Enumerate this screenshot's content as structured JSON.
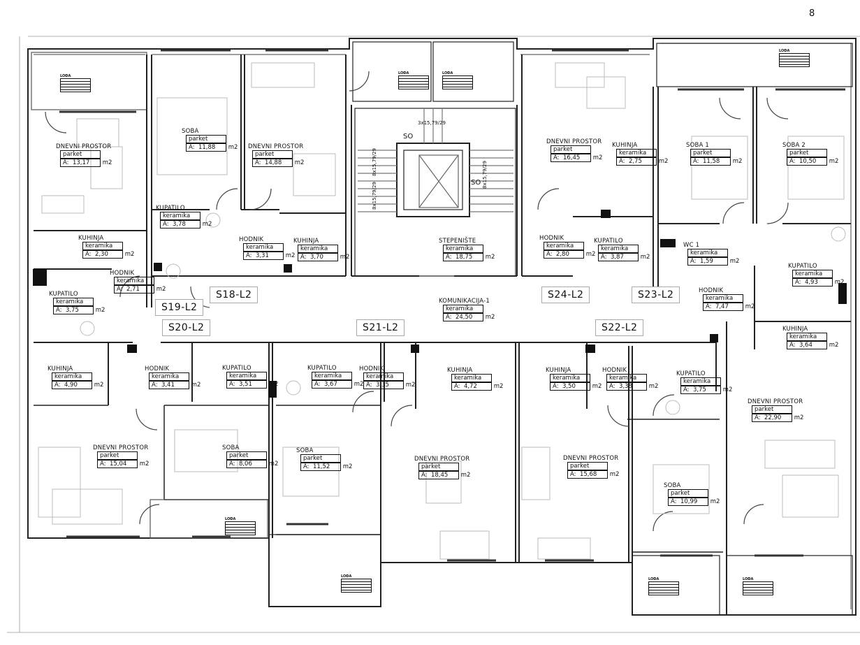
{
  "page_number": "8",
  "loggia_label": "LOĐA",
  "units": [
    "S19-L2",
    "S18-L2",
    "S20-L2",
    "S21-L2",
    "S24-L2",
    "S23-L2",
    "S22-L2"
  ],
  "stair": {
    "so_label": "SO",
    "steps_top": "3x15,79/29",
    "steps_left_a": "8x15,79/29",
    "steps_left_b": "8x15,79/29",
    "steps_right": "8x15,79/29"
  },
  "area_prefix": "A:",
  "area_unit": "m2",
  "rooms": [
    {
      "name": "DNEVNI PROSTOR",
      "floor": "parket",
      "area": "13,17"
    },
    {
      "name": "SOBA",
      "floor": "parket",
      "area": "11,88"
    },
    {
      "name": "DNEVNI PROSTOR",
      "floor": "parket",
      "area": "14,88"
    },
    {
      "name": "KUPATILO",
      "floor": "keramika",
      "area": "3,78"
    },
    {
      "name": "KUHINJA",
      "floor": "keramika",
      "area": "2,30"
    },
    {
      "name": "HODNIK",
      "floor": "keramika",
      "area": "3,31"
    },
    {
      "name": "KUHINJA",
      "floor": "keramika",
      "area": "3,70"
    },
    {
      "name": "HODNIK",
      "floor": "keramika",
      "area": "2,71"
    },
    {
      "name": "KUPATILO",
      "floor": "keramika",
      "area": "3,75"
    },
    {
      "name": "STEPENIŠTE",
      "floor": "keramika",
      "area": "18,75"
    },
    {
      "name": "KOMUNIKACIJA-1",
      "floor": "keramika",
      "area": "24,50"
    },
    {
      "name": "DNEVNI PROSTOR",
      "floor": "parket",
      "area": "16,45"
    },
    {
      "name": "KUHINJA",
      "floor": "keramika",
      "area": "2,75"
    },
    {
      "name": "SOBA 1",
      "floor": "parket",
      "area": "11,58"
    },
    {
      "name": "SOBA 2",
      "floor": "parket",
      "area": "10,50"
    },
    {
      "name": "HODNIK",
      "floor": "keramika",
      "area": "2,80"
    },
    {
      "name": "KUPATILO",
      "floor": "keramika",
      "area": "3,87"
    },
    {
      "name": "WC 1",
      "floor": "keramika",
      "area": "1,59"
    },
    {
      "name": "KUPATILO",
      "floor": "keramika",
      "area": "4,93"
    },
    {
      "name": "HODNIK",
      "floor": "keramika",
      "area": "7,47"
    },
    {
      "name": "KUHINJA",
      "floor": "keramika",
      "area": "3,64"
    },
    {
      "name": "KUHINJA",
      "floor": "keramika",
      "area": "4,90"
    },
    {
      "name": "HODNIK",
      "floor": "keramika",
      "area": "3,41"
    },
    {
      "name": "KUPATILO",
      "floor": "keramika",
      "area": "3,51"
    },
    {
      "name": "KUPATILO",
      "floor": "keramika",
      "area": "3,67"
    },
    {
      "name": "HODNIK",
      "floor": "keramika",
      "area": "3,35"
    },
    {
      "name": "KUHINJA",
      "floor": "keramika",
      "area": "4,72"
    },
    {
      "name": "KUHINJA",
      "floor": "keramika",
      "area": "3,50"
    },
    {
      "name": "HODNIK",
      "floor": "keramika",
      "area": "3,38"
    },
    {
      "name": "KUPATILO",
      "floor": "keramika",
      "area": "3,75"
    },
    {
      "name": "DNEVNI PROSTOR",
      "floor": "parket",
      "area": "22,90"
    },
    {
      "name": "DNEVNI PROSTOR",
      "floor": "parket",
      "area": "15,04"
    },
    {
      "name": "SOBA",
      "floor": "parket",
      "area": "8,06"
    },
    {
      "name": "SOBA",
      "floor": "parket",
      "area": "11,52"
    },
    {
      "name": "DNEVNI PROSTOR",
      "floor": "parket",
      "area": "18,45"
    },
    {
      "name": "DNEVNI PROSTOR",
      "floor": "parket",
      "area": "15,68"
    },
    {
      "name": "SOBA",
      "floor": "parket",
      "area": "10,99"
    }
  ]
}
